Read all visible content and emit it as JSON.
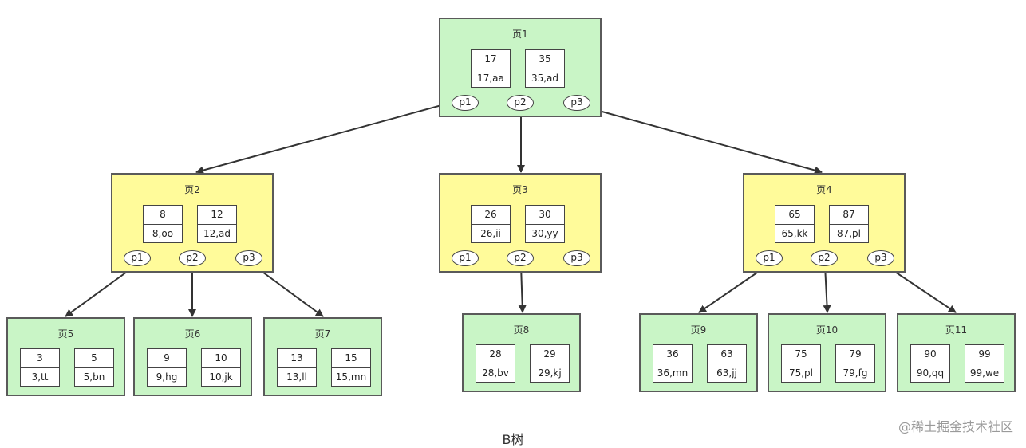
{
  "caption": "B树",
  "watermark": "@稀土掘金技术社区",
  "pages": [
    {
      "label": "页1",
      "color": "green",
      "records": [
        {
          "key": "17",
          "value": "17,aa"
        },
        {
          "key": "35",
          "value": "35,ad"
        }
      ],
      "pointers": [
        "p1",
        "p2",
        "p3"
      ]
    },
    {
      "label": "页2",
      "color": "yellow",
      "records": [
        {
          "key": "8",
          "value": "8,oo"
        },
        {
          "key": "12",
          "value": "12,ad"
        }
      ],
      "pointers": [
        "p1",
        "p2",
        "p3"
      ]
    },
    {
      "label": "页3",
      "color": "yellow",
      "records": [
        {
          "key": "26",
          "value": "26,ii"
        },
        {
          "key": "30",
          "value": "30,yy"
        }
      ],
      "pointers": [
        "p1",
        "p2",
        "p3"
      ]
    },
    {
      "label": "页4",
      "color": "yellow",
      "records": [
        {
          "key": "65",
          "value": "65,kk"
        },
        {
          "key": "87",
          "value": "87,pl"
        }
      ],
      "pointers": [
        "p1",
        "p2",
        "p3"
      ]
    },
    {
      "label": "页5",
      "color": "green",
      "records": [
        {
          "key": "3",
          "value": "3,tt"
        },
        {
          "key": "5",
          "value": "5,bn"
        }
      ]
    },
    {
      "label": "页6",
      "color": "green",
      "records": [
        {
          "key": "9",
          "value": "9,hg"
        },
        {
          "key": "10",
          "value": "10,jk"
        }
      ]
    },
    {
      "label": "页7",
      "color": "green",
      "records": [
        {
          "key": "13",
          "value": "13,ll"
        },
        {
          "key": "15",
          "value": "15,mn"
        }
      ]
    },
    {
      "label": "页8",
      "color": "green",
      "records": [
        {
          "key": "28",
          "value": "28,bv"
        },
        {
          "key": "29",
          "value": "29,kj"
        }
      ]
    },
    {
      "label": "页9",
      "color": "green",
      "records": [
        {
          "key": "36",
          "value": "36,mn"
        },
        {
          "key": "63",
          "value": "63,jj"
        }
      ]
    },
    {
      "label": "页10",
      "color": "green",
      "records": [
        {
          "key": "75",
          "value": "75,pl"
        },
        {
          "key": "79",
          "value": "79,fg"
        }
      ]
    },
    {
      "label": "页11",
      "color": "green",
      "records": [
        {
          "key": "90",
          "value": "90,qq"
        },
        {
          "key": "99",
          "value": "99,we"
        }
      ]
    }
  ]
}
